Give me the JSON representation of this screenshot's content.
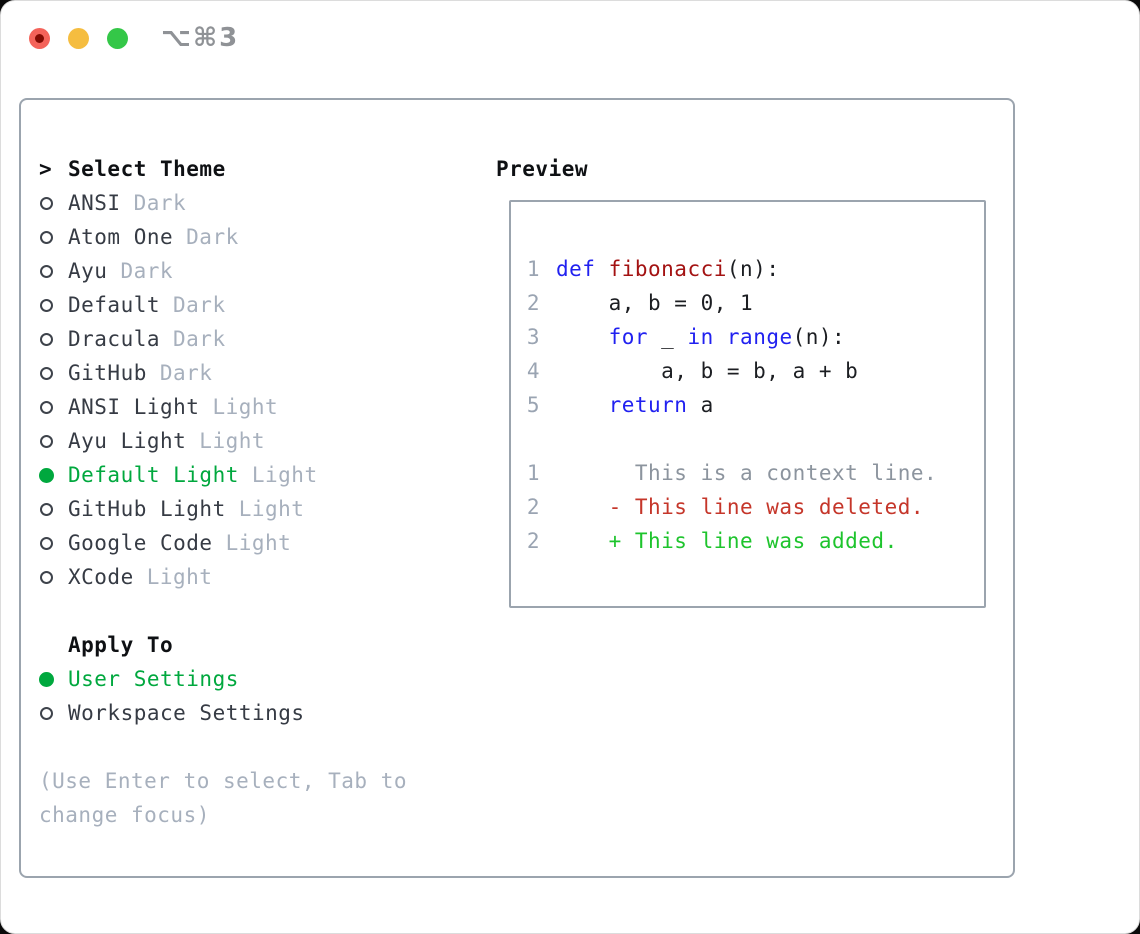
{
  "titlebar": {
    "shortcut": "⌥⌘3"
  },
  "theme_picker": {
    "header_prefix": ">",
    "header": "Select Theme",
    "themes": [
      {
        "name": "ANSI",
        "variant": "Dark",
        "selected": false
      },
      {
        "name": "Atom One",
        "variant": "Dark",
        "selected": false
      },
      {
        "name": "Ayu",
        "variant": "Dark",
        "selected": false
      },
      {
        "name": "Default",
        "variant": "Dark",
        "selected": false
      },
      {
        "name": "Dracula",
        "variant": "Dark",
        "selected": false
      },
      {
        "name": "GitHub",
        "variant": "Dark",
        "selected": false
      },
      {
        "name": "ANSI Light",
        "variant": "Light",
        "selected": false
      },
      {
        "name": "Ayu Light",
        "variant": "Light",
        "selected": false
      },
      {
        "name": "Default Light",
        "variant": "Light",
        "selected": true
      },
      {
        "name": "GitHub Light",
        "variant": "Light",
        "selected": false
      },
      {
        "name": "Google Code",
        "variant": "Light",
        "selected": false
      },
      {
        "name": "XCode",
        "variant": "Light",
        "selected": false
      }
    ],
    "apply_to": {
      "header": "Apply To",
      "options": [
        {
          "label": "User Settings",
          "selected": true
        },
        {
          "label": "Workspace Settings",
          "selected": false
        }
      ]
    },
    "hint_lines": [
      "(Use Enter to select, Tab to",
      "change focus)"
    ]
  },
  "preview": {
    "header": "Preview",
    "code_lines": [
      {
        "number": "1",
        "segments": [
          {
            "text": "def",
            "style": "keyword"
          },
          {
            "text": " ",
            "style": "default"
          },
          {
            "text": "fibonacci",
            "style": "function"
          },
          {
            "text": "(n):",
            "style": "default"
          }
        ]
      },
      {
        "number": "2",
        "segments": [
          {
            "text": "    a, b = 0, 1",
            "style": "default"
          }
        ]
      },
      {
        "number": "3",
        "segments": [
          {
            "text": "    ",
            "style": "default"
          },
          {
            "text": "for",
            "style": "keyword"
          },
          {
            "text": " _ ",
            "style": "default"
          },
          {
            "text": "in",
            "style": "keyword"
          },
          {
            "text": " ",
            "style": "default"
          },
          {
            "text": "range",
            "style": "keyword"
          },
          {
            "text": "(n):",
            "style": "default"
          }
        ]
      },
      {
        "number": "4",
        "segments": [
          {
            "text": "        a, b = b, a + b",
            "style": "default"
          }
        ]
      },
      {
        "number": "5",
        "segments": [
          {
            "text": "    ",
            "style": "default"
          },
          {
            "text": "return",
            "style": "keyword"
          },
          {
            "text": " a",
            "style": "default"
          }
        ]
      }
    ],
    "diff_lines": [
      {
        "number": "1",
        "type": "context",
        "text": "      This is a context line."
      },
      {
        "number": "2",
        "type": "deleted",
        "text": "    - This line was deleted."
      },
      {
        "number": "2",
        "type": "added",
        "text": "    + This line was added."
      }
    ]
  },
  "colors": {
    "window_bg": "#ffffff",
    "panel_border": "#9ba4ae",
    "traffic_red": "#f4635a",
    "traffic_red_dot": "#820b03",
    "traffic_yellow": "#f5bd40",
    "traffic_green": "#34c748",
    "shortcut_gray": "#8f9296",
    "heading": "#0e1013",
    "item_text": "#363b44",
    "badge": "#a7b0bd",
    "radio_ring": "#3e434b",
    "selected_green": "#00a83e",
    "hint": "#a7b0bd",
    "line_number": "#9aa4b2",
    "keyword": "#2121f0",
    "function_name": "#a31212",
    "code_text": "#1c1e22",
    "context": "#8c949e",
    "deleted": "#c5362a",
    "added": "#1ec42d"
  }
}
